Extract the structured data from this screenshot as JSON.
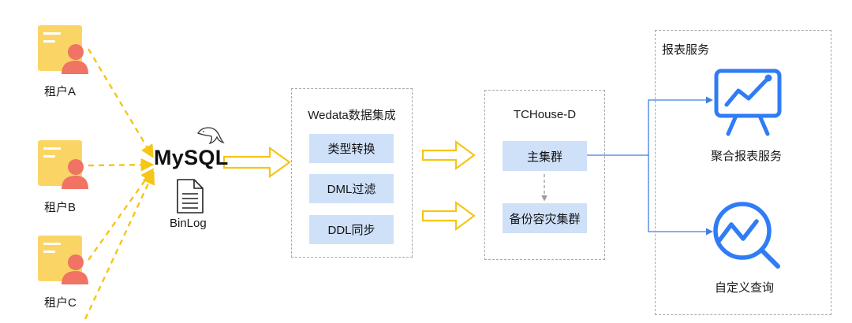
{
  "tenants": [
    {
      "label": "租户A"
    },
    {
      "label": "租户B"
    },
    {
      "label": "租户C"
    }
  ],
  "source": {
    "db_name": "MySQL",
    "log_label": "BinLog"
  },
  "integration": {
    "title": "Wedata数据集成",
    "steps": [
      "类型转换",
      "DML过滤",
      "DDL同步"
    ]
  },
  "warehouse": {
    "title": "TCHouse-D",
    "primary": "主集群",
    "backup": "备份容灾集群"
  },
  "reporting": {
    "title": "报表服务",
    "services": [
      {
        "label": "聚合报表服务",
        "icon": "presentation-chart-icon"
      },
      {
        "label": "自定义查询",
        "icon": "search-chart-icon"
      }
    ]
  },
  "colors": {
    "arrow_yellow": "#f5c518",
    "line_blue": "#3d7fe0",
    "icon_blue": "#2f7cf6",
    "tenant_yellow": "#fad566",
    "tenant_red": "#f07363",
    "step_bg": "#cfe0f9"
  }
}
